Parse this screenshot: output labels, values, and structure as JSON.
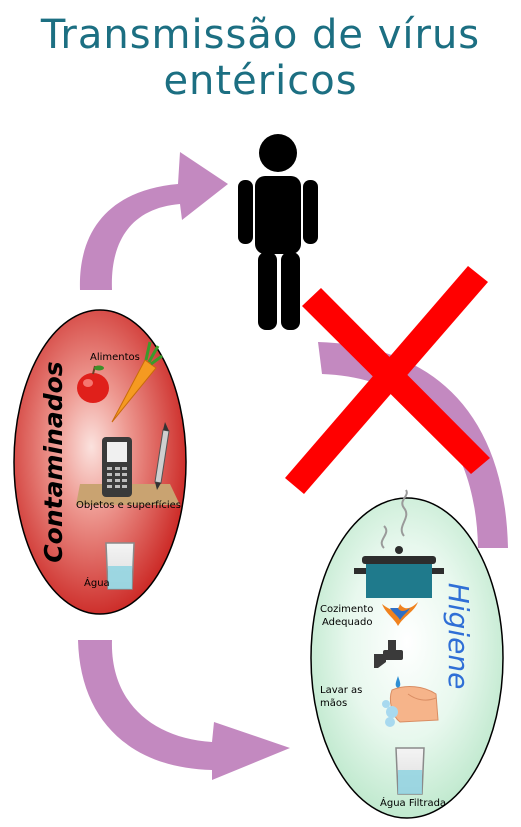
{
  "title": {
    "line1": "Transmissão de vírus",
    "line2": "entéricos"
  },
  "contaminated": {
    "label": "Contaminados",
    "items": {
      "food": "Alimentos",
      "objects": "Objetos e superfícies",
      "water": "Água"
    }
  },
  "hygiene": {
    "label": "Higiene",
    "items": {
      "cooking_1": "Cozimento",
      "cooking_2": "Adequado",
      "hands_1": "Lavar as",
      "hands_2": "mãos",
      "water": "Água Filtrada"
    }
  },
  "colors": {
    "title": "#1c6f82",
    "arrow": "#c389c0",
    "cross": "#ff0000",
    "contaminated_fill": "#d6312d",
    "hygiene_fill": "#c9efd8",
    "hygiene_text": "#2f6fd6",
    "person": "#000000"
  }
}
